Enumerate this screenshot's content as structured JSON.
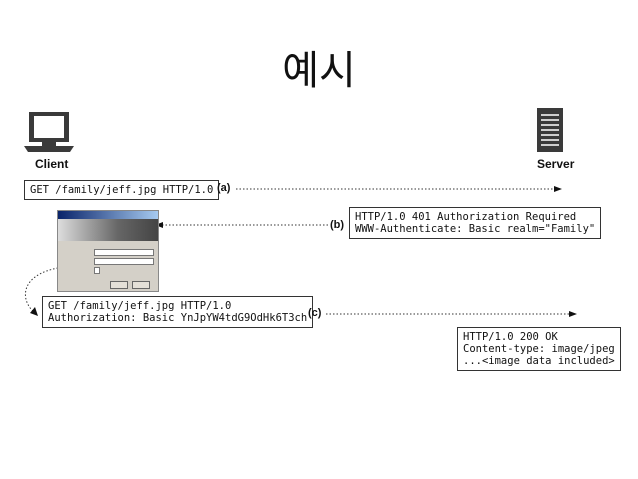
{
  "title": "예시",
  "client": {
    "label": "Client"
  },
  "server": {
    "label": "Server"
  },
  "steps": {
    "a": {
      "tag": "(a)",
      "request": "GET /family/jeff.jpg HTTP/1.0"
    },
    "b": {
      "tag": "(b)",
      "response": "HTTP/1.0 401 Authorization Required\nWWW-Authenticate: Basic realm=\"Family\""
    },
    "c": {
      "tag": "(c)",
      "request": "GET /family/jeff.jpg HTTP/1.0\nAuthorization: Basic YnJpYW4tdG9OdHk6T3ch"
    },
    "d": {
      "response": "HTTP/1.0 200 OK\nContent-type: image/jpeg\n...<image data included>"
    }
  }
}
